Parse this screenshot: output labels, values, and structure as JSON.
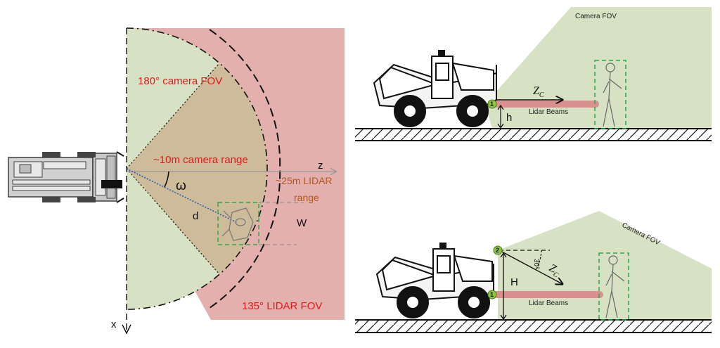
{
  "top_view": {
    "camera_fov_label": "180° camera FOV",
    "camera_range_label": "~10m camera range",
    "lidar_range_label_line1": "~25m LIDAR",
    "lidar_range_label_line2": "range",
    "lidar_fov_label": "135° LIDAR FOV",
    "z_axis_label": "z",
    "x_axis_label": "x",
    "omega_label": "ω",
    "d_label": "d",
    "w_label": "W"
  },
  "side_view_top": {
    "camera_fov_label": "Camera FOV",
    "lidar_beams_label": "Lidar Beams",
    "zc_label": "Z",
    "zc_sub": "C",
    "h_label": "h",
    "badge_1": "1"
  },
  "side_view_bottom": {
    "camera_fov_label": "Camera FOV",
    "lidar_beams_label": "Lidar Beams",
    "zc_label": "Z",
    "zc_sub": "C",
    "H_label": "H",
    "angle_label": "30°",
    "badge_1": "1",
    "badge_2": "2"
  },
  "colors": {
    "camera_fov": "#d6e2c3",
    "lidar_fov": "#e3b0ae",
    "overlap": "#cdbb9a",
    "lidar_beam": "#d9908e",
    "badge": "#8cc640",
    "person_box": "#2fa84f"
  }
}
